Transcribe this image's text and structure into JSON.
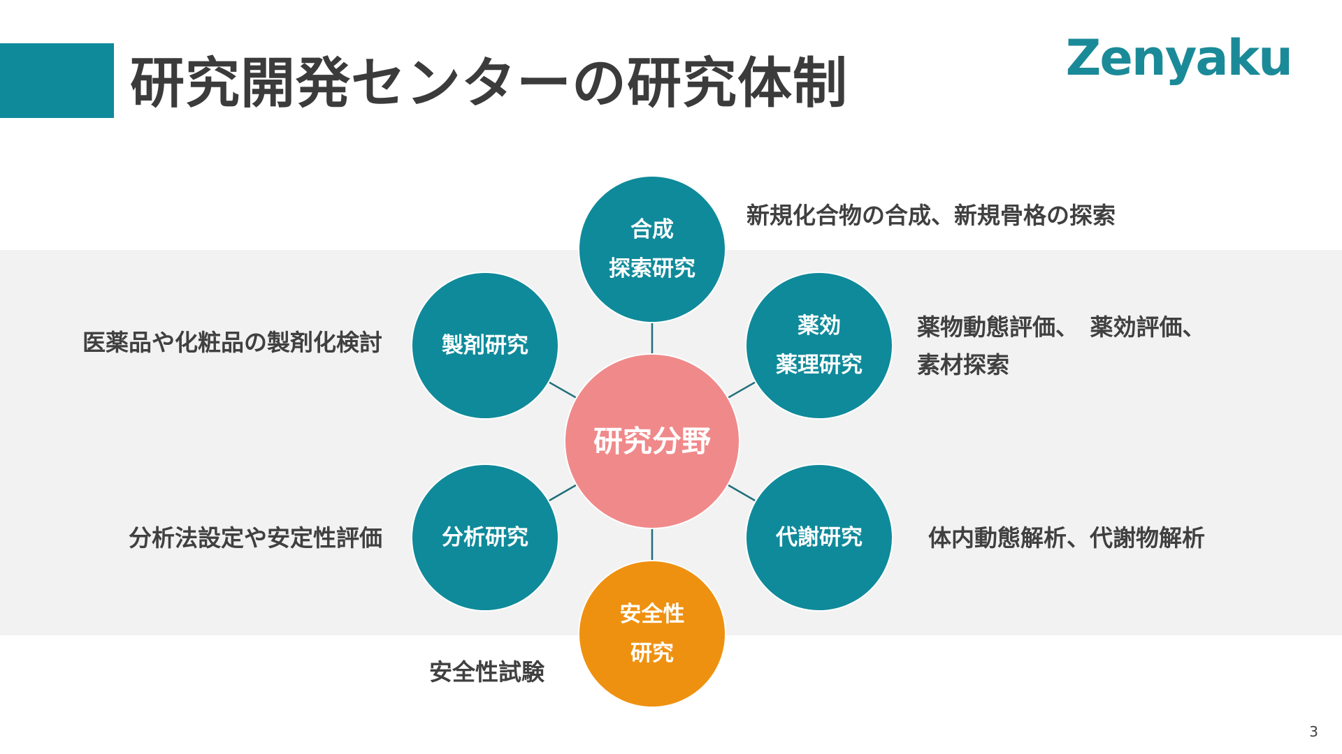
{
  "header": {
    "title": "研究開発センターの研究体制",
    "logo_text": "Zenyaku"
  },
  "diagram": {
    "center": {
      "label": "研究分野",
      "color": "#f0898a"
    },
    "nodes": [
      {
        "id": "synthesis",
        "line1": "合成",
        "line2": "探索研究",
        "color": "#0f8a9a",
        "description_lines": [
          "新規化合物の合成、新規骨格の探索"
        ]
      },
      {
        "id": "pharmacology",
        "line1": "薬効",
        "line2": "薬理研究",
        "color": "#0f8a9a",
        "description_lines": [
          "薬物動態評価、　薬効評価、",
          "素材探索"
        ]
      },
      {
        "id": "metabolism",
        "line1": "代謝研究",
        "line2": "",
        "color": "#0f8a9a",
        "description_lines": [
          "体内動態解析、代謝物解析"
        ]
      },
      {
        "id": "safety",
        "line1": "安全性",
        "line2": "研究",
        "color": "#ef9110",
        "description_lines": [
          "安全性試験"
        ]
      },
      {
        "id": "analysis",
        "line1": "分析研究",
        "line2": "",
        "color": "#0f8a9a",
        "description_lines": [
          "分析法設定や安定性評価"
        ]
      },
      {
        "id": "formulation",
        "line1": "製剤研究",
        "line2": "",
        "color": "#0f8a9a",
        "description_lines": [
          "医薬品や化粧品の製剤化検討"
        ]
      }
    ],
    "connector_color": "#1f6f7a"
  },
  "footer": {
    "page_number": "3"
  }
}
